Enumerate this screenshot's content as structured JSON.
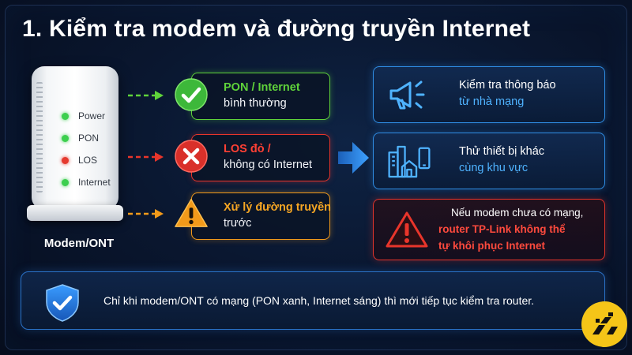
{
  "title": "1. Kiểm tra modem và đường truyền Internet",
  "modem": {
    "leds": [
      {
        "label": "Power",
        "color": "#3ccf4e"
      },
      {
        "label": "PON",
        "color": "#3ccf4e"
      },
      {
        "label": "LOS",
        "color": "#e53a2f"
      },
      {
        "label": "Internet",
        "color": "#3ccf4e"
      }
    ],
    "caption": "Modem/ONT"
  },
  "statuses": [
    {
      "line1": "PON / Internet",
      "line2": "bình thường",
      "color": "#5fd33a",
      "icon": "check-icon"
    },
    {
      "line1": "LOS đỏ /",
      "line2": "không có Internet",
      "color": "#e8352b",
      "icon": "x-icon"
    },
    {
      "line1": "Xử lý đường truyền",
      "line2": "trước",
      "color": "#f29a1a",
      "icon": "warning-icon"
    }
  ],
  "cards": [
    {
      "line1": "Kiểm tra thông báo",
      "line2": "từ nhà mạng",
      "icon": "megaphone-icon"
    },
    {
      "line1": "Thử thiết bị khác",
      "line2": "cùng khu vực",
      "icon": "devices-icon"
    }
  ],
  "warning_card": {
    "line1": "Nếu modem chưa có mạng,",
    "line2": "router TP-Link không thể",
    "line3": "tự khôi phục Internet",
    "icon": "warning-icon"
  },
  "note": {
    "text": "Chỉ khi modem/ONT có mạng (PON xanh, Internet sáng) thì mới tiếp tục kiểm tra router.",
    "icon": "shield-check-icon"
  },
  "colors": {
    "accent_blue": "#2f8de4",
    "green": "#5fd33a",
    "red": "#e8352b",
    "orange": "#f29a1a",
    "logo_yellow": "#f5c518"
  }
}
